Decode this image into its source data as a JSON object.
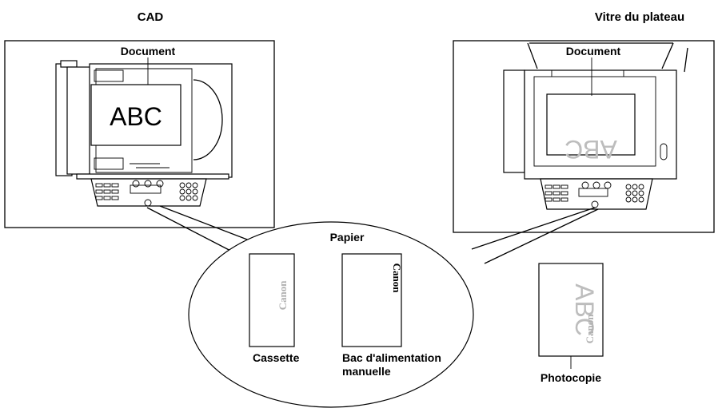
{
  "titles": {
    "left": "CAD",
    "right": "Vitre du plateau"
  },
  "left_panel": {
    "document_label": "Document",
    "document_text": "ABC"
  },
  "right_panel": {
    "document_label": "Document",
    "document_text_mirrored": "ABC"
  },
  "paper_section": {
    "title": "Papier",
    "cassette_label": "Cassette",
    "manual_feed_label_line1": "Bac d'alimentation",
    "manual_feed_label_line2": "manuelle",
    "brand_mark": "Canon"
  },
  "output": {
    "photocopy_label": "Photocopie",
    "photocopy_text": "ABC",
    "brand_mark": "Canon"
  }
}
